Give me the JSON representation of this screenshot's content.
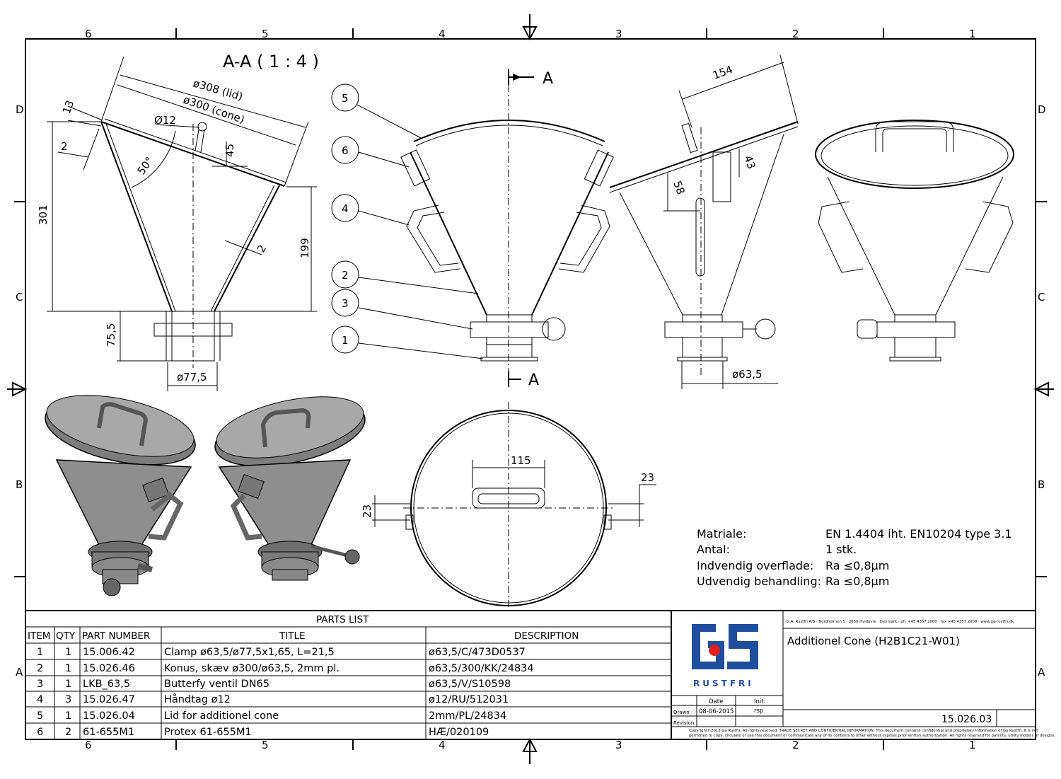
{
  "zones": {
    "columns": [
      "6",
      "5",
      "4",
      "3",
      "2",
      "1"
    ],
    "rows": [
      "D",
      "C",
      "B",
      "A"
    ]
  },
  "section": {
    "title": "A-A ( 1 : 4 )",
    "marker": "A"
  },
  "dimensions": {
    "d308": "ø308 (lid)",
    "d300": "ø300 (cone)",
    "d12": "Ø12",
    "d13": "13",
    "d2a": "2",
    "d2b": "2",
    "a50": "50°",
    "d45": "45",
    "d301": "301",
    "d199": "199",
    "d755": "75,5",
    "d775": "ø77,5",
    "d154": "154",
    "d43": "43",
    "d58": "58",
    "d635": "ø63,5",
    "d115": "115",
    "d23a": "23",
    "d23b": "23"
  },
  "balloons": [
    "5",
    "6",
    "4",
    "2",
    "3",
    "1"
  ],
  "material": [
    {
      "label": "Matriale:",
      "value": "EN 1.4404 iht. EN10204 type 3.1"
    },
    {
      "label": "Antal:",
      "value": "1 stk."
    },
    {
      "label": "Indvendig overflade:",
      "value": "Ra ≤0,8µm"
    },
    {
      "label": "Udvendig behandling:",
      "value": "Ra ≤0,8µm"
    }
  ],
  "parts_list": {
    "title": "PARTS LIST",
    "headers": [
      "ITEM",
      "QTY",
      "PART NUMBER",
      "TITLE",
      "DESCRIPTION"
    ],
    "rows": [
      [
        "1",
        "1",
        "15.006.42",
        "Clamp ø63,5/ø77,5x1,65, L=21,5",
        "ø63,5/C/473D0537"
      ],
      [
        "2",
        "1",
        "15.026.46",
        "Konus, skæv ø300/ø63,5, 2mm pl.",
        "ø63,5/300/KK/24834"
      ],
      [
        "3",
        "1",
        "LKB_63,5",
        "Butterfy ventil DN65",
        "ø63,5/V/S10598"
      ],
      [
        "4",
        "3",
        "15.026.47",
        "Håndtag ø12",
        "ø12/RU/512031"
      ],
      [
        "5",
        "1",
        "15.026.04",
        "Lid for additionel cone",
        "2mm/PL/24834"
      ],
      [
        "6",
        "2",
        "61-655M1",
        "Protex 61-655M1",
        "HÆ/020109"
      ]
    ]
  },
  "title_block": {
    "company_line": "G.A. Rustfri A/S · Nordholmen 5 · 2650 Hvidovre · Denmark · ph. +45 4357 2000 · fax +45 4357 2009 · www.ga-rustfri.dk",
    "drawing_title": "Additionel Cone (H2B1C21-W01)",
    "logo_text": "RUSTFRI",
    "date_header": "Date",
    "init_header": "Init.",
    "drawn_label": "Drawn",
    "drawn_date": "08-06-2015",
    "drawn_init": "rsp",
    "revision_label": "Revision",
    "drawing_number": "15.026.03",
    "copyright_1": "Copyright©2013 Ga Rustfri. All rights reserved. TRADE SECRET AND CONFIDENTIAL INFORMATION. This document contains confidential and proprietary information of Ga Rustfri. It is not",
    "copyright_2": "permitted to copy, circulate or use this document or communicate any of its contents to other without express prior written authorization. All rights reserved for patents, utility models or designs."
  },
  "colors": {
    "logo_blue": "#1f4e9e",
    "logo_red": "#e02020",
    "render_fill": "#9a9a9a"
  }
}
